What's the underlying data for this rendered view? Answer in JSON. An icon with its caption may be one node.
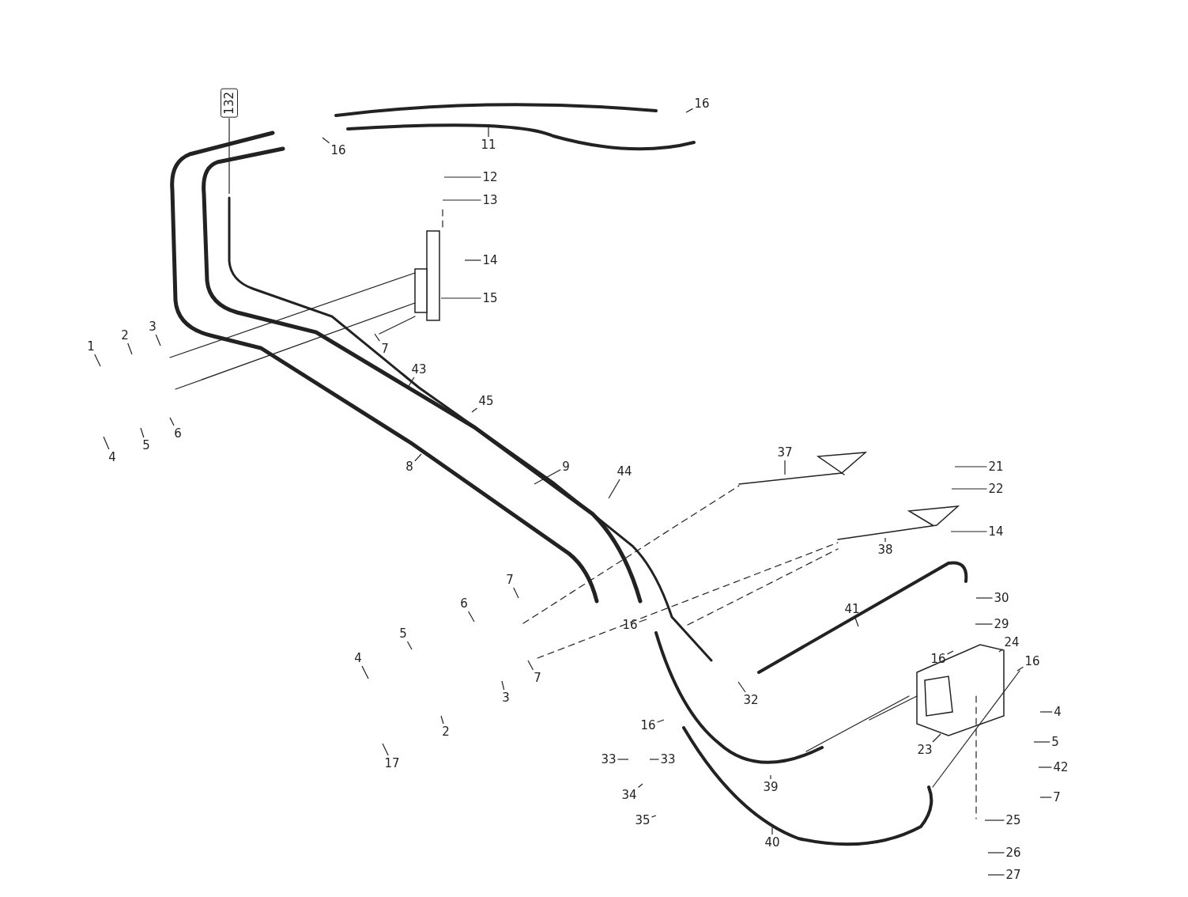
{
  "diagram": {
    "nodes": [
      {
        "text": [
          "132"
        ]
      },
      {
        "text": [
          "16"
        ]
      },
      {
        "text": [
          "11"
        ]
      },
      {
        "text": [
          "16"
        ]
      },
      {
        "text": [
          "12"
        ]
      },
      {
        "text": [
          "13"
        ]
      },
      {
        "text": [
          "14"
        ]
      },
      {
        "text": [
          "15"
        ]
      },
      {
        "text": [
          "3"
        ]
      },
      {
        "text": [
          "2"
        ]
      },
      {
        "text": [
          "1"
        ]
      },
      {
        "text": [
          "7"
        ]
      },
      {
        "text": [
          "43"
        ]
      },
      {
        "text": [
          "45"
        ]
      },
      {
        "text": [
          "6"
        ]
      },
      {
        "text": [
          "5"
        ]
      },
      {
        "text": [
          "4"
        ]
      },
      {
        "text": [
          "37"
        ]
      },
      {
        "text": [
          "8"
        ]
      },
      {
        "text": [
          "21"
        ]
      },
      {
        "text": [
          "9"
        ]
      },
      {
        "text": [
          "44"
        ]
      },
      {
        "text": [
          "22"
        ]
      },
      {
        "text": [
          "14"
        ]
      },
      {
        "text": [
          "38"
        ]
      },
      {
        "text": [
          "7"
        ]
      },
      {
        "text": [
          "30"
        ]
      },
      {
        "text": [
          "6"
        ]
      },
      {
        "text": [
          "41"
        ]
      },
      {
        "text": [
          "29"
        ]
      },
      {
        "text": [
          "16"
        ]
      },
      {
        "text": [
          "5"
        ]
      },
      {
        "text": [
          "16"
        ]
      },
      {
        "text": [
          "24"
        ]
      },
      {
        "text": [
          "16"
        ]
      },
      {
        "text": [
          "4"
        ]
      },
      {
        "text": [
          "4"
        ]
      },
      {
        "text": [
          "7"
        ]
      },
      {
        "text": [
          "3"
        ]
      },
      {
        "text": [
          "32"
        ]
      },
      {
        "text": [
          "16"
        ]
      },
      {
        "text": [
          "2"
        ]
      },
      {
        "text": [
          "23"
        ]
      },
      {
        "text": [
          "5"
        ]
      },
      {
        "text": [
          "33"
        ]
      },
      {
        "text": [
          "33"
        ]
      },
      {
        "text": [
          "17"
        ]
      },
      {
        "text": [
          "39"
        ]
      },
      {
        "text": [
          "42"
        ]
      },
      {
        "text": [
          "7"
        ]
      },
      {
        "text": [
          "34"
        ]
      },
      {
        "text": [
          "25"
        ]
      },
      {
        "text": [
          "35"
        ]
      },
      {
        "text": [
          "40"
        ]
      },
      {
        "text": [
          "26"
        ]
      },
      {
        "text": [
          "27"
        ]
      }
    ],
    "edges": [
      {
        "from": 0,
        "to": null,
        "arrow": "none"
      },
      {
        "from": 1,
        "to": null,
        "arrow": "none"
      },
      {
        "from": 2,
        "to": null,
        "arrow": "none"
      },
      {
        "from": 3,
        "to": null,
        "arrow": "none"
      },
      {
        "from": 4,
        "to": null,
        "arrow": "none"
      },
      {
        "from": 5,
        "to": null,
        "arrow": "none"
      },
      {
        "from": 6,
        "to": null,
        "arrow": "none"
      },
      {
        "from": 7,
        "to": null,
        "arrow": "none"
      },
      {
        "from": 8,
        "to": null,
        "arrow": "none"
      },
      {
        "from": 9,
        "to": null,
        "arrow": "none"
      },
      {
        "from": 10,
        "to": null,
        "arrow": "none"
      },
      {
        "from": 11,
        "to": null,
        "arrow": "none"
      },
      {
        "from": 12,
        "to": null,
        "arrow": "none"
      },
      {
        "from": 13,
        "to": null,
        "arrow": "none"
      },
      {
        "from": 14,
        "to": null,
        "arrow": "none"
      },
      {
        "from": 15,
        "to": null,
        "arrow": "none"
      },
      {
        "from": 16,
        "to": null,
        "arrow": "none"
      },
      {
        "from": 17,
        "to": null,
        "arrow": "none"
      },
      {
        "from": 18,
        "to": null,
        "arrow": "none"
      },
      {
        "from": 19,
        "to": null,
        "arrow": "none"
      },
      {
        "from": 20,
        "to": null,
        "arrow": "none"
      },
      {
        "from": 21,
        "to": null,
        "arrow": "none"
      },
      {
        "from": 22,
        "to": null,
        "arrow": "none"
      },
      {
        "from": 23,
        "to": null,
        "arrow": "none"
      },
      {
        "from": 24,
        "to": null,
        "arrow": "none"
      },
      {
        "from": 25,
        "to": null,
        "arrow": "none"
      },
      {
        "from": 26,
        "to": null,
        "arrow": "none"
      },
      {
        "from": 27,
        "to": null,
        "arrow": "none"
      },
      {
        "from": 28,
        "to": null,
        "arrow": "none"
      },
      {
        "from": 29,
        "to": null,
        "arrow": "none"
      },
      {
        "from": 30,
        "to": null,
        "arrow": "none"
      },
      {
        "from": 31,
        "to": null,
        "arrow": "none"
      },
      {
        "from": 32,
        "to": null,
        "arrow": "none"
      },
      {
        "from": 33,
        "to": null,
        "arrow": "none"
      },
      {
        "from": 34,
        "to": null,
        "arrow": "none"
      },
      {
        "from": 35,
        "to": null,
        "arrow": "none"
      },
      {
        "from": 36,
        "to": null,
        "arrow": "none"
      },
      {
        "from": 37,
        "to": null,
        "arrow": "none"
      },
      {
        "from": 38,
        "to": null,
        "arrow": "none"
      },
      {
        "from": 39,
        "to": null,
        "arrow": "none"
      },
      {
        "from": 40,
        "to": null,
        "arrow": "none"
      },
      {
        "from": 41,
        "to": null,
        "arrow": "none"
      },
      {
        "from": 42,
        "to": null,
        "arrow": "none"
      },
      {
        "from": 43,
        "to": null,
        "arrow": "none"
      },
      {
        "from": 44,
        "to": null,
        "arrow": "none"
      },
      {
        "from": 45,
        "to": null,
        "arrow": "none"
      },
      {
        "from": 46,
        "to": null,
        "arrow": "none"
      },
      {
        "from": 47,
        "to": null,
        "arrow": "none"
      },
      {
        "from": 48,
        "to": null,
        "arrow": "none"
      },
      {
        "from": 49,
        "to": null,
        "arrow": "none"
      },
      {
        "from": 50,
        "to": null,
        "arrow": "none"
      },
      {
        "from": 51,
        "to": null,
        "arrow": "none"
      },
      {
        "from": 52,
        "to": null,
        "arrow": "none"
      },
      {
        "from": 53,
        "to": null,
        "arrow": "none"
      },
      {
        "from": 54,
        "to": null,
        "arrow": "none"
      },
      {
        "from": 55,
        "to": null,
        "arrow": "none"
      }
    ]
  }
}
